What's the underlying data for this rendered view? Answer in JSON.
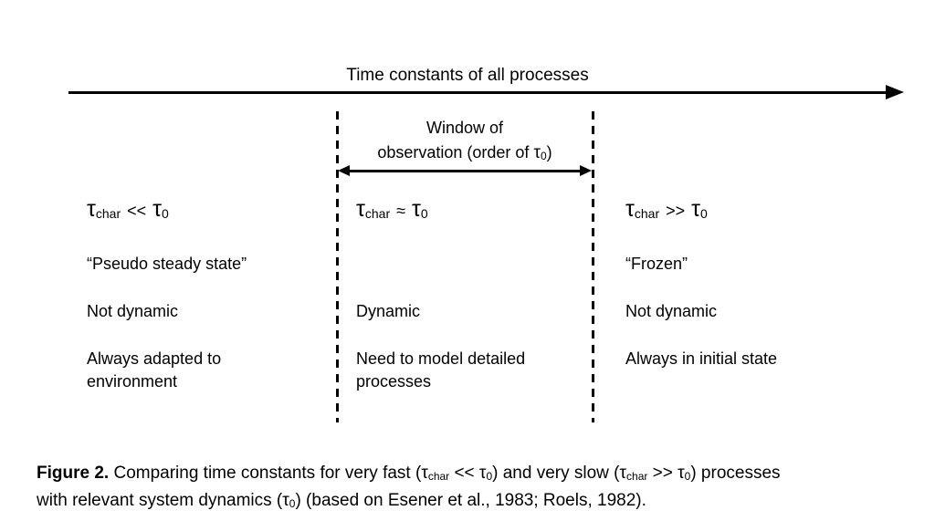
{
  "colors": {
    "text": "#000000",
    "background": "#ffffff"
  },
  "diagram": {
    "title": "Time constants of all processes",
    "window": {
      "line1": "Window of",
      "line2_prefix": "observation (order of ",
      "tau": "τ",
      "tau_sub": "0",
      "line2_suffix": ")"
    },
    "columns": [
      {
        "tau": "τ",
        "tau_sub": "char",
        "op": "<<",
        "tau2": "τ",
        "tau2_sub": "0",
        "state": "“Pseudo steady state”",
        "dynamics": "Not dynamic",
        "desc_line1": "Always adapted to",
        "desc_line2": "environment"
      },
      {
        "tau": "τ",
        "tau_sub": "char",
        "op": "≈",
        "tau2": "τ",
        "tau2_sub": "0",
        "state": "",
        "dynamics": "Dynamic",
        "desc_line1": "Need to model detailed",
        "desc_line2": "processes"
      },
      {
        "tau": "τ",
        "tau_sub": "char",
        "op": ">>",
        "tau2": "τ",
        "tau2_sub": "0",
        "state": "“Frozen”",
        "dynamics": "Not dynamic",
        "desc_line1": "Always in initial state",
        "desc_line2": ""
      }
    ]
  },
  "caption": {
    "label": "Figure 2.",
    "seg1": " Comparing time constants for very fast (",
    "tau": "τ",
    "sub_char": "char",
    "op_fast": " << ",
    "sub_zero": "0",
    "seg2": ") and very slow (",
    "op_slow": " >> ",
    "seg3": ") processes",
    "line2a": "with relevant system dynamics (",
    "line2b": ") (based on Esener et al., 1983; Roels, 1982)."
  }
}
